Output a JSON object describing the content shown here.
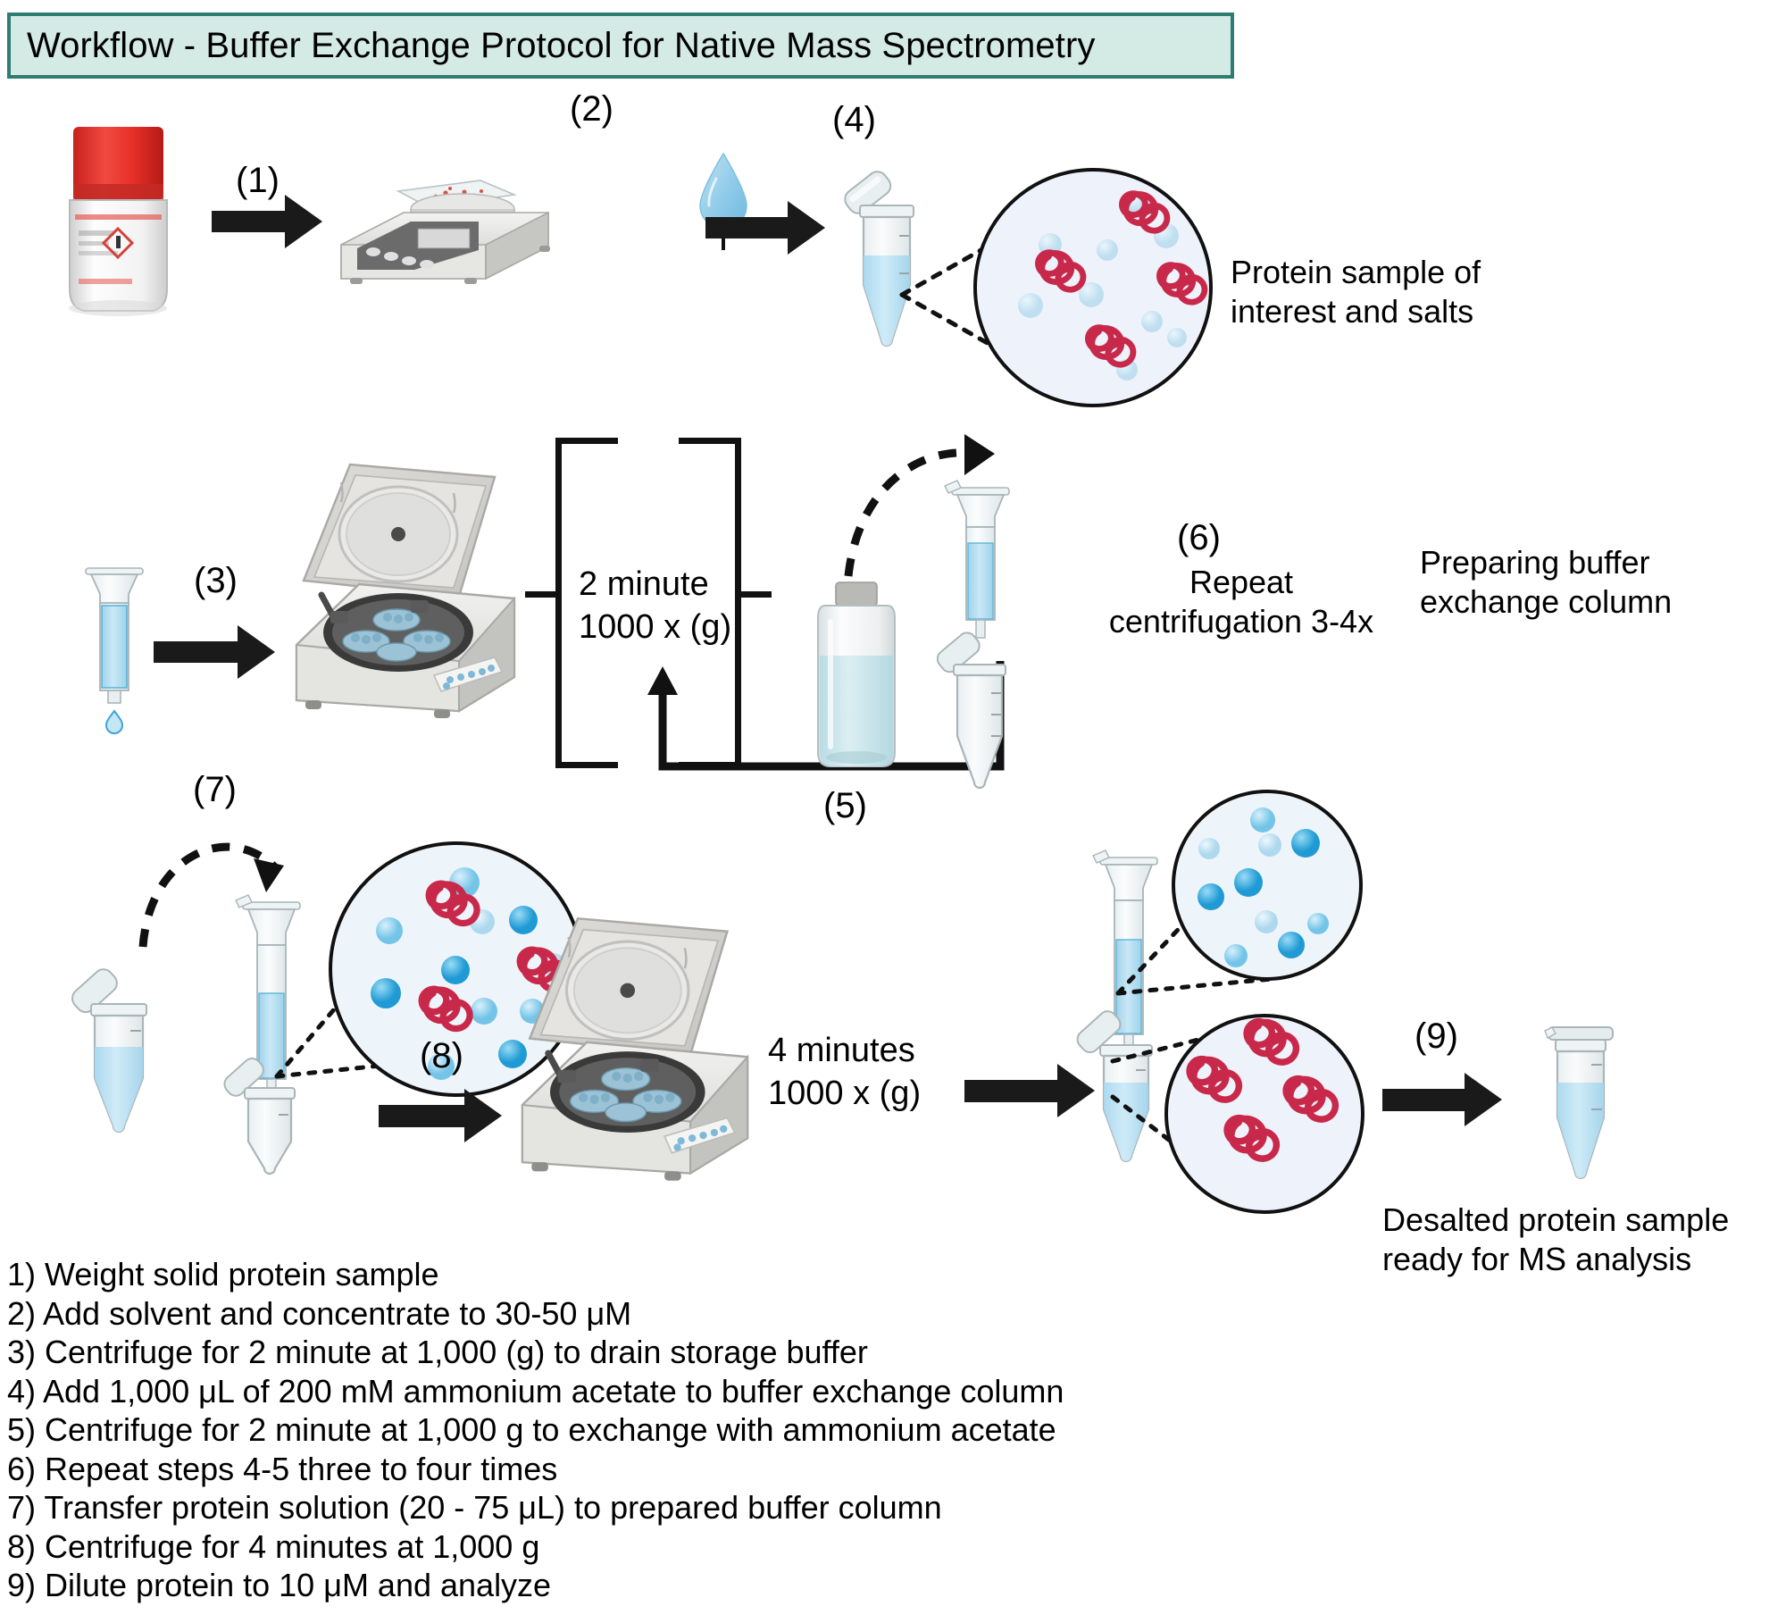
{
  "title": "Workflow - Buffer Exchange Protocol for Native Mass Spectrometry",
  "step_markers": {
    "s1": "(1)",
    "s2": "(2)",
    "s3": "(3)",
    "s4": "(4)",
    "s5": "(5)",
    "s6": "(6)",
    "s7": "(7)",
    "s8": "(8)",
    "s9": "(9)"
  },
  "annotations": {
    "protein_sample": "Protein sample of\ninterest and salts",
    "spin_2min": "2 minute\n1000 x (g)",
    "repeat": "Repeat\ncentrifugation 3-4x",
    "prepare_column": "Preparing buffer\nexchange column",
    "spin_4min": "4 minutes\n1000 x (g)",
    "desalted": "Desalted protein sample\nready for MS analysis"
  },
  "steps": [
    "1) Weight solid protein sample",
    "2) Add solvent and concentrate to 30-50 μM",
    "3) Centrifuge for 2 minute at 1,000 (g) to drain storage buffer",
    "4) Add 1,000 μL of 200 mM ammonium acetate to buffer exchange column",
    "5) Centrifuge for 2 minute at 1,000 g to exchange with ammonium acetate",
    "6) Repeat steps 4-5 three to four times",
    "7) Transfer protein solution (20 - 75 μL) to prepared buffer column",
    "8) Centrifuge for 4 minutes at 1,000 g",
    "9) Dilute protein to 10 μM and analyze"
  ],
  "colors": {
    "title_bg": "#d3eae5",
    "title_border": "#2f7d72",
    "protein_red": "#c8294a",
    "bubble_fill": "#eef2fb",
    "salt_light": "#cfe6f3",
    "salt_mid": "#7ec8e8",
    "salt_dark": "#2a9fd6",
    "liquid_blue": "#bfe0f0",
    "arrow_black": "#1a1a1a",
    "bottle_cap_red": "#e8302a",
    "instrument_grey": "#dcdcda"
  },
  "icons": {
    "reagent_bottle": "reagent-bottle-icon",
    "balance": "analytical-balance-icon",
    "droplet": "solvent-droplet-icon",
    "eppendorf": "eppendorf-tube-icon",
    "centrifuge": "centrifuge-icon",
    "spin_column": "spin-column-icon",
    "buffer_vial": "buffer-vial-icon",
    "arrow": "arrow-right-icon",
    "curved_arrow": "curved-dashed-arrow-icon",
    "loop_arrow": "loop-arrow-icon",
    "bracket": "bracket-icon"
  },
  "bubbles": {
    "protein_and_salts": {
      "proteins": 5,
      "salts": 9,
      "note": "red protein coils with pale blue salt spheres"
    },
    "column_loaded": {
      "proteins": 3,
      "salts": 11,
      "note": "proteins plus mixed-intensity blue salts"
    },
    "salts_only": {
      "proteins": 0,
      "salts": 10,
      "note": "salts retained on column"
    },
    "proteins_only": {
      "proteins": 4,
      "salts": 0,
      "note": "desalted protein eluate"
    }
  }
}
